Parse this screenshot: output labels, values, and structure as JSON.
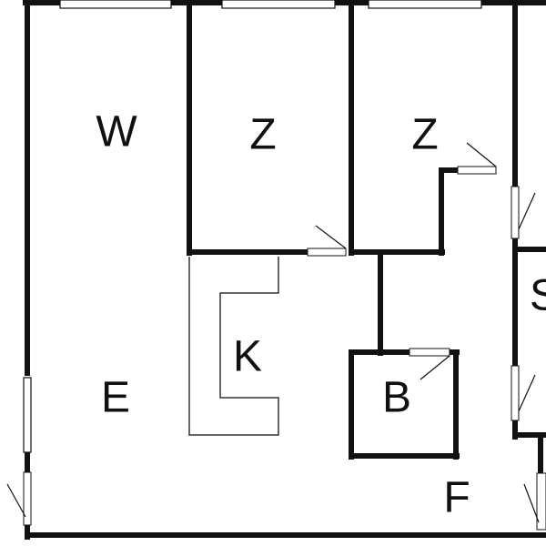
{
  "rooms": {
    "w": "W",
    "z1": "Z",
    "z2": "Z",
    "s": "S",
    "k": "K",
    "e": "E",
    "b": "B",
    "f": "F"
  }
}
